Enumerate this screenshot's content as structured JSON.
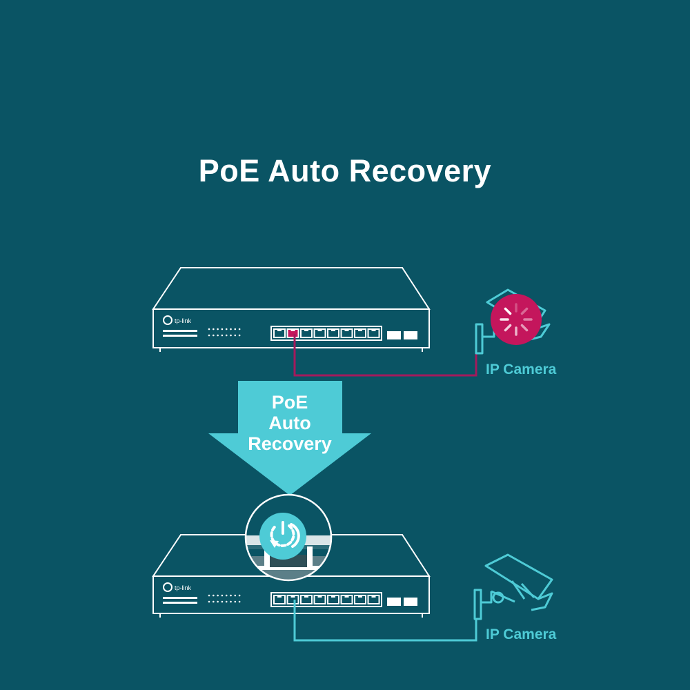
{
  "title": "PoE Auto Recovery",
  "arrow": {
    "lines": [
      "PoE",
      "Auto",
      "Recovery"
    ]
  },
  "switch_top": {
    "brand": "tp-link",
    "status": "fault",
    "camera_label": "IP Camera"
  },
  "switch_bottom": {
    "brand": "tp-link",
    "status": "recovered",
    "camera_label": "IP Camera"
  },
  "colors": {
    "background": "#0a5464",
    "outline": "#ffffff",
    "accent": "#4ecbd6",
    "fault": "#c4165c",
    "fault_cable": "#a31a5c"
  },
  "icons": {
    "fault_indicator": "loading-spinner-icon",
    "recovery_indicator": "power-restart-icon",
    "camera": "ip-camera-icon"
  }
}
